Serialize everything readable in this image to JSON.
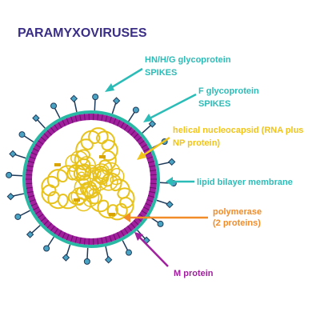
{
  "title": "PARAMYXOVIRUSES",
  "labels": {
    "hn_spikes": [
      "HN/H/G glycoprotein",
      "SPIKES"
    ],
    "f_spikes": [
      "F glycoprotein",
      "SPIKES"
    ],
    "nucleocapsid": [
      "helical nucleocapsid (RNA plus",
      "NP protein)"
    ],
    "membrane": [
      "lipid bilayer membrane"
    ],
    "polymerase": [
      "polymerase",
      "(2 proteins)"
    ],
    "m_protein": [
      "M protein"
    ]
  },
  "colors": {
    "title": "#3a2e86",
    "teal": "#2cbcb8",
    "yellow": "#f0c419",
    "purple": "#a0209e",
    "orange": "#f28c28",
    "envelope_outer": "#28b8a4",
    "envelope_inner": "#a0209e",
    "spike_fill": "#4ba3c3",
    "spike_stroke": "#1e3a5a",
    "capsid": "#e8c21c"
  }
}
